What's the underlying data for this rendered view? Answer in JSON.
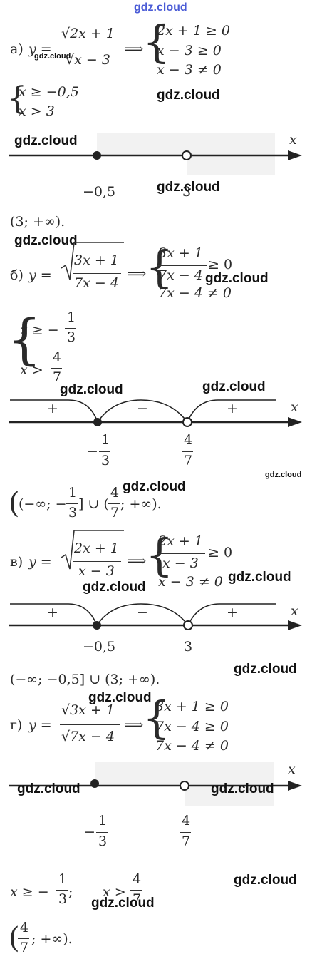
{
  "watermarks": {
    "top": "gdz.cloud",
    "a_small": "gdz.cloud",
    "a_right": "gdz.cloud",
    "line1_left": "gdz.cloud",
    "line1_bottom": "gdz.cloud",
    "b_left": "gdz.cloud",
    "b_system": "gdz.cloud",
    "line2_left": "gdz.cloud",
    "line2_right": "gdz.cloud",
    "line2_small": "gdz.cloud",
    "ans2": "gdz.cloud",
    "v_system": "gdz.cloud",
    "v_mid": "gdz.cloud",
    "line3_right": "gdz.cloud",
    "g_top": "gdz.cloud",
    "line4_left": "gdz.cloud",
    "line4_right": "gdz.cloud",
    "bottom_right": "gdz.cloud",
    "bottom_mid": "gdz.cloud"
  },
  "part_a": {
    "label": "а)",
    "func": "y =",
    "numer": "√2x + 1",
    "denom": "√x − 3",
    "implies": "⟹",
    "system": [
      "2x + 1 ≥ 0",
      "x − 3 ≥ 0",
      "x − 3 ≠ 0"
    ],
    "simplified": [
      "x ≥ −0,5",
      "x > 3"
    ],
    "points": [
      "−0,5",
      "3"
    ],
    "axis_var": "x",
    "answer": "(3; +∞)."
  },
  "part_b": {
    "label": "б)",
    "func": "y =",
    "numer": "3x + 1",
    "denom": "7x − 4",
    "implies": "⟹",
    "system_frac_num": "3x + 1",
    "system_frac_den": "7x − 4",
    "system_rel": "≥ 0",
    "system_line2": "7x − 4 ≠ 0",
    "s1_rel": "x ≥ −",
    "s1_num": "1",
    "s1_den": "3",
    "s2_rel": "x >",
    "s2_num": "4",
    "s2_den": "7",
    "signs": [
      "+",
      "−",
      "+"
    ],
    "axis_var": "x",
    "p1_sign": "−",
    "p1_num": "1",
    "p1_den": "3",
    "p2_num": "4",
    "p2_den": "7",
    "answer_open": "(−∞; −",
    "answer_n1": "1",
    "answer_d1": "3",
    "answer_mid": "] ∪ (",
    "answer_n2": "4",
    "answer_d2": "7",
    "answer_close": "; +∞)."
  },
  "part_v": {
    "label": "в)",
    "func": "y =",
    "numer": "2x + 1",
    "denom": "x − 3",
    "implies": "⟹",
    "system_frac_num": "2x + 1",
    "system_frac_den": "x − 3",
    "system_rel": "≥ 0",
    "system_line2": "x − 3 ≠ 0",
    "signs": [
      "+",
      "−",
      "+"
    ],
    "axis_var": "x",
    "points": [
      "−0,5",
      "3"
    ],
    "answer": "(−∞; −0,5] ∪ (3; +∞)."
  },
  "part_g": {
    "label": "г)",
    "func": "y =",
    "numer": "√3x + 1",
    "denom": "√7x − 4",
    "implies": "⟹",
    "system": [
      "3x + 1 ≥ 0",
      "7x − 4 ≥ 0",
      "7x − 4 ≠ 0"
    ],
    "axis_var": "x",
    "p1_sign": "−",
    "p1_num": "1",
    "p1_den": "3",
    "p2_num": "4",
    "p2_den": "7",
    "s1_rel": "x ≥ −",
    "s1_num": "1",
    "s1_den": "3",
    "s1_sep": ";",
    "s2_rel": "x >",
    "s2_num": "4",
    "s2_den": "7",
    "ans_num": "4",
    "ans_den": "7",
    "ans_tail": "; +∞)."
  }
}
